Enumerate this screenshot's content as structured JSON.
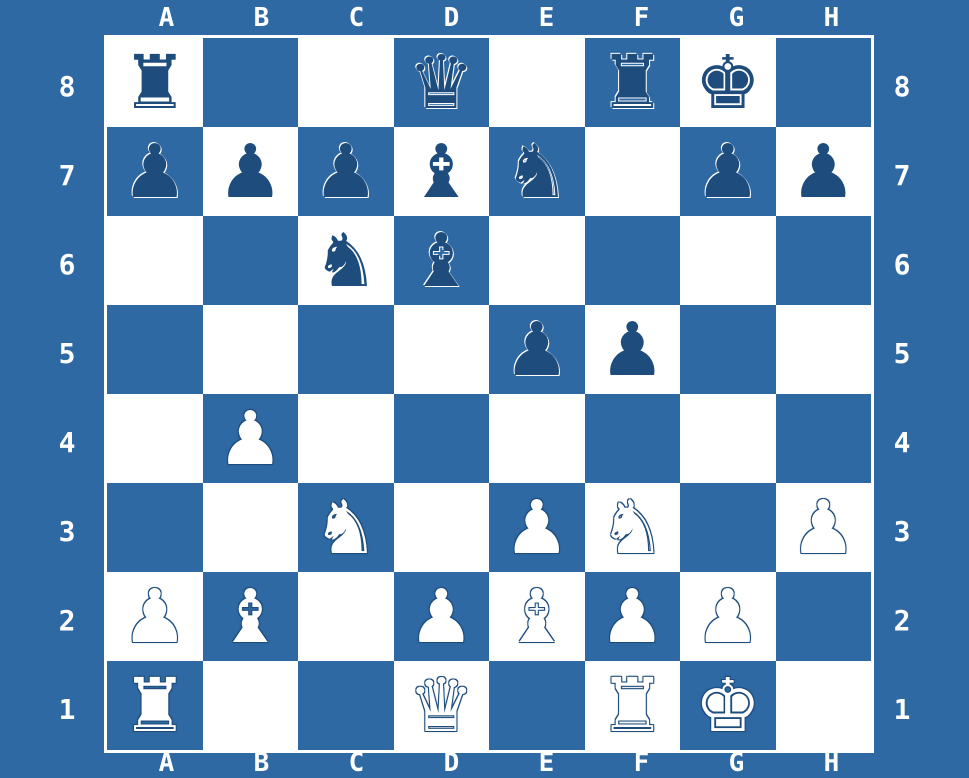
{
  "files": [
    "A",
    "B",
    "C",
    "D",
    "E",
    "F",
    "G",
    "H"
  ],
  "ranks": [
    "8",
    "7",
    "6",
    "5",
    "4",
    "3",
    "2",
    "1"
  ],
  "colors": {
    "dark_square": "#2e69a3",
    "light_square": "#ffffff",
    "frame": "#2e69a3",
    "white_piece": "#ffffff",
    "black_piece": "#1e4d7d"
  },
  "pieces": [
    {
      "square": "a8",
      "color": "black",
      "type": "rook",
      "glyph": "♜",
      "icon": "black-rook-icon"
    },
    {
      "square": "d8",
      "color": "black",
      "type": "queen",
      "glyph": "♛",
      "icon": "black-queen-icon"
    },
    {
      "square": "f8",
      "color": "black",
      "type": "rook",
      "glyph": "♜",
      "icon": "black-rook-icon"
    },
    {
      "square": "g8",
      "color": "black",
      "type": "king",
      "glyph": "♚",
      "icon": "black-king-icon"
    },
    {
      "square": "a7",
      "color": "black",
      "type": "pawn",
      "glyph": "♟",
      "icon": "black-pawn-icon"
    },
    {
      "square": "b7",
      "color": "black",
      "type": "pawn",
      "glyph": "♟",
      "icon": "black-pawn-icon"
    },
    {
      "square": "c7",
      "color": "black",
      "type": "pawn",
      "glyph": "♟",
      "icon": "black-pawn-icon"
    },
    {
      "square": "d7",
      "color": "black",
      "type": "bishop",
      "glyph": "♝",
      "icon": "black-bishop-icon"
    },
    {
      "square": "e7",
      "color": "black",
      "type": "knight",
      "glyph": "♞",
      "icon": "black-knight-icon"
    },
    {
      "square": "g7",
      "color": "black",
      "type": "pawn",
      "glyph": "♟",
      "icon": "black-pawn-icon"
    },
    {
      "square": "h7",
      "color": "black",
      "type": "pawn",
      "glyph": "♟",
      "icon": "black-pawn-icon"
    },
    {
      "square": "c6",
      "color": "black",
      "type": "knight",
      "glyph": "♞",
      "icon": "black-knight-icon"
    },
    {
      "square": "d6",
      "color": "black",
      "type": "bishop",
      "glyph": "♝",
      "icon": "black-bishop-icon"
    },
    {
      "square": "e5",
      "color": "black",
      "type": "pawn",
      "glyph": "♟",
      "icon": "black-pawn-icon"
    },
    {
      "square": "f5",
      "color": "black",
      "type": "pawn",
      "glyph": "♟",
      "icon": "black-pawn-icon"
    },
    {
      "square": "b4",
      "color": "white",
      "type": "pawn",
      "glyph": "♟",
      "icon": "white-pawn-icon"
    },
    {
      "square": "c3",
      "color": "white",
      "type": "knight",
      "glyph": "♞",
      "icon": "white-knight-icon"
    },
    {
      "square": "e3",
      "color": "white",
      "type": "pawn",
      "glyph": "♟",
      "icon": "white-pawn-icon"
    },
    {
      "square": "f3",
      "color": "white",
      "type": "knight",
      "glyph": "♞",
      "icon": "white-knight-icon"
    },
    {
      "square": "h3",
      "color": "white",
      "type": "pawn",
      "glyph": "♟",
      "icon": "white-pawn-icon"
    },
    {
      "square": "a2",
      "color": "white",
      "type": "pawn",
      "glyph": "♟",
      "icon": "white-pawn-icon"
    },
    {
      "square": "b2",
      "color": "white",
      "type": "bishop",
      "glyph": "♝",
      "icon": "white-bishop-icon"
    },
    {
      "square": "d2",
      "color": "white",
      "type": "pawn",
      "glyph": "♟",
      "icon": "white-pawn-icon"
    },
    {
      "square": "e2",
      "color": "white",
      "type": "bishop",
      "glyph": "♝",
      "icon": "white-bishop-icon"
    },
    {
      "square": "f2",
      "color": "white",
      "type": "pawn",
      "glyph": "♟",
      "icon": "white-pawn-icon"
    },
    {
      "square": "g2",
      "color": "white",
      "type": "pawn",
      "glyph": "♟",
      "icon": "white-pawn-icon"
    },
    {
      "square": "a1",
      "color": "white",
      "type": "rook",
      "glyph": "♜",
      "icon": "white-rook-icon"
    },
    {
      "square": "d1",
      "color": "white",
      "type": "queen",
      "glyph": "♛",
      "icon": "white-queen-icon"
    },
    {
      "square": "f1",
      "color": "white",
      "type": "rook",
      "glyph": "♜",
      "icon": "white-rook-icon"
    },
    {
      "square": "g1",
      "color": "white",
      "type": "king",
      "glyph": "♚",
      "icon": "white-king-icon"
    }
  ]
}
